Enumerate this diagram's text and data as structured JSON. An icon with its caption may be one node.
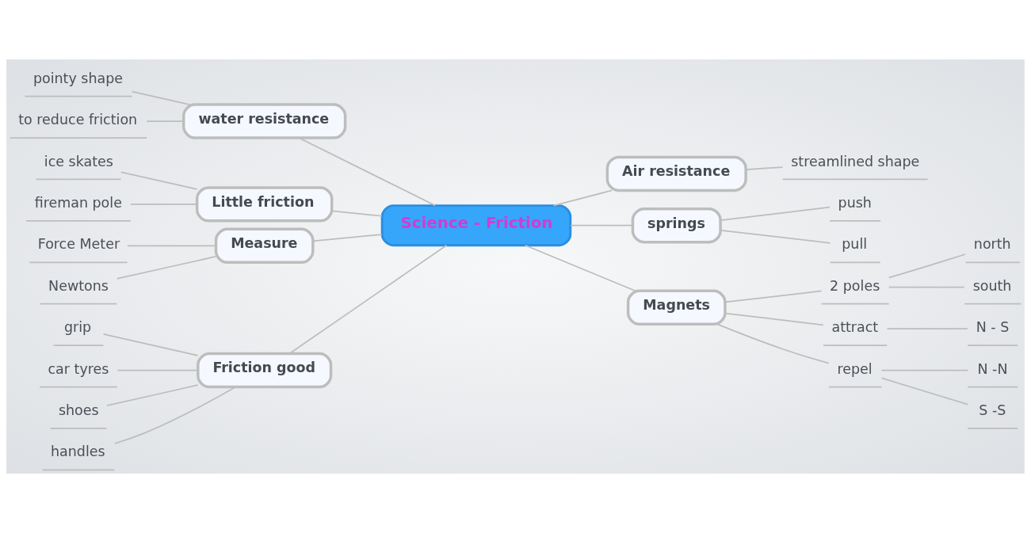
{
  "diagram": {
    "nodes": [
      {
        "text": [
          "Science - Friction"
        ]
      },
      {
        "text": [
          "water resistance"
        ]
      },
      {
        "text": [
          "pointy shape"
        ]
      },
      {
        "text": [
          "to reduce friction"
        ]
      },
      {
        "text": [
          "Little friction"
        ]
      },
      {
        "text": [
          "ice skates"
        ]
      },
      {
        "text": [
          "fireman pole"
        ]
      },
      {
        "text": [
          "Measure"
        ]
      },
      {
        "text": [
          "Force Meter"
        ]
      },
      {
        "text": [
          "Newtons"
        ]
      },
      {
        "text": [
          "Friction good"
        ]
      },
      {
        "text": [
          "grip"
        ]
      },
      {
        "text": [
          "car tyres"
        ]
      },
      {
        "text": [
          "shoes"
        ]
      },
      {
        "text": [
          "handles"
        ]
      },
      {
        "text": [
          "Air resistance"
        ]
      },
      {
        "text": [
          "streamlined shape"
        ]
      },
      {
        "text": [
          "springs"
        ]
      },
      {
        "text": [
          "push"
        ]
      },
      {
        "text": [
          "pull"
        ]
      },
      {
        "text": [
          "Magnets"
        ]
      },
      {
        "text": [
          "2 poles"
        ]
      },
      {
        "text": [
          "north"
        ]
      },
      {
        "text": [
          "south"
        ]
      },
      {
        "text": [
          "attract"
        ]
      },
      {
        "text": [
          "N - S"
        ]
      },
      {
        "text": [
          "repel"
        ]
      },
      {
        "text": [
          "N -N"
        ]
      },
      {
        "text": [
          "S -S"
        ]
      }
    ],
    "edges": [
      {
        "from": 1,
        "to": 0,
        "arrow": "none"
      },
      {
        "from": 2,
        "to": 1,
        "arrow": "none"
      },
      {
        "from": 3,
        "to": 1,
        "arrow": "none"
      },
      {
        "from": 4,
        "to": 0,
        "arrow": "none"
      },
      {
        "from": 5,
        "to": 4,
        "arrow": "none"
      },
      {
        "from": 6,
        "to": 4,
        "arrow": "none"
      },
      {
        "from": 7,
        "to": 0,
        "arrow": "none"
      },
      {
        "from": 8,
        "to": 7,
        "arrow": "none"
      },
      {
        "from": 9,
        "to": 7,
        "arrow": "none"
      },
      {
        "from": 10,
        "to": 0,
        "arrow": "none"
      },
      {
        "from": 11,
        "to": 10,
        "arrow": "none"
      },
      {
        "from": 12,
        "to": 10,
        "arrow": "none"
      },
      {
        "from": 13,
        "to": 10,
        "arrow": "none"
      },
      {
        "from": 14,
        "to": 10,
        "arrow": "none"
      },
      {
        "from": 0,
        "to": 15,
        "arrow": "none"
      },
      {
        "from": 15,
        "to": 16,
        "arrow": "none"
      },
      {
        "from": 0,
        "to": 17,
        "arrow": "none"
      },
      {
        "from": 17,
        "to": 18,
        "arrow": "none"
      },
      {
        "from": 17,
        "to": 19,
        "arrow": "none"
      },
      {
        "from": 0,
        "to": 20,
        "arrow": "none"
      },
      {
        "from": 20,
        "to": 21,
        "arrow": "none"
      },
      {
        "from": 21,
        "to": 22,
        "arrow": "none"
      },
      {
        "from": 21,
        "to": 23,
        "arrow": "none"
      },
      {
        "from": 20,
        "to": 24,
        "arrow": "none"
      },
      {
        "from": 24,
        "to": 25,
        "arrow": "none"
      },
      {
        "from": 20,
        "to": 26,
        "arrow": "none"
      },
      {
        "from": 26,
        "to": 27,
        "arrow": "none"
      },
      {
        "from": 26,
        "to": 28,
        "arrow": "none"
      }
    ]
  }
}
